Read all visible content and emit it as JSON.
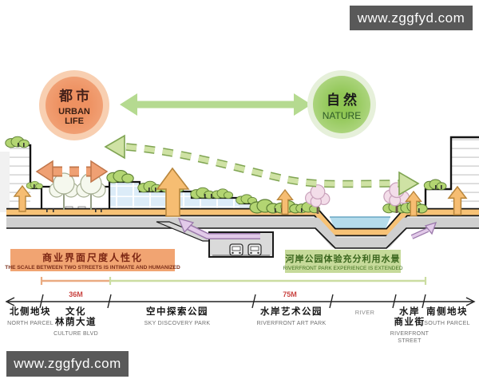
{
  "watermark": {
    "text": "www.zggfyd.com",
    "bg": "#595959"
  },
  "concept": {
    "urban": {
      "zh": "都市",
      "en": "URBAN LIFE"
    },
    "nature": {
      "zh": "自然",
      "en": "NATURE"
    }
  },
  "callouts": {
    "street": {
      "zh": "商业界面尺度人性化",
      "en": "THE SCALE BETWEEN TWO STREETS IS INTIMATE AND HUMANIZED"
    },
    "river": {
      "zh": "河岸公园体验充分利用水景",
      "en": "RIVERFRONT PARK EXPERIENCE IS EXTENDED"
    }
  },
  "dimensions": {
    "culture_blvd": "36M",
    "art_park": "75M"
  },
  "zones": [
    {
      "zh": "北侧地块",
      "en": "NORTH PARCEL"
    },
    {
      "zh": "文化",
      "zh2": "林荫大道",
      "en": "CULTURE BLVD"
    },
    {
      "zh": "空中探索公园",
      "en": "SKY DISCOVERY PARK"
    },
    {
      "zh": "水岸艺术公园",
      "en": "RIVERFRONT ART PARK"
    },
    {
      "en": "RIVER"
    },
    {
      "zh": "水岸",
      "zh2": "商业街",
      "en": "RIVERFRONT",
      "en2": "STREET"
    },
    {
      "zh": "南侧地块",
      "en": "SOUTH PARCEL"
    }
  ],
  "icons": {
    "exchange_arrow": "double-headed-arrow",
    "flow_dashed_arrow": "curved-dashed-arrow",
    "street_scale_arrow": "orange-dashed-double-arrow",
    "up_flow_arrow": "upward-arrow",
    "metro_train_icon": "train-front",
    "metro_route_arrow": "purple-route-arrow"
  },
  "colors": {
    "urban_circle": "#ee9161",
    "nature_circle": "#8fc653",
    "exchange_arrow": "#b5da90",
    "flow_arrow": "#cfe2a4",
    "street_arrow": "#efa073",
    "pedestrian_path": "#f7c276",
    "water": "#b5dcec",
    "metro_route": "#e2cae9",
    "callout_street_bg": "#f1a472",
    "callout_river_bg": "#c6da9a",
    "dimension_text": "#c94340",
    "watermark_bg": "#595959"
  }
}
